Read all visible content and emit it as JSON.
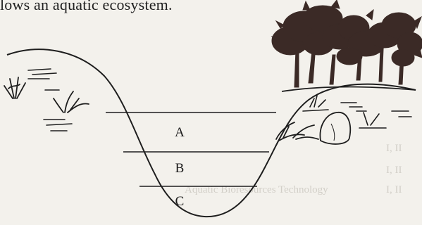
{
  "caption": "lows an aquatic ecosystem.",
  "layers": {
    "a": "A",
    "b": "B",
    "c": "C"
  },
  "bleed_through": {
    "row1_text": "Aquatic Bioresources Technology",
    "row1_code": "I, II",
    "row2_code": "I, II",
    "row3_code": "I, II"
  },
  "icons": [
    "tree-icon",
    "grass-tuft-icon",
    "rock-icon",
    "water-ripple-icon"
  ],
  "colors": {
    "ink": "#1e1e1e",
    "paper": "#f3f1ec",
    "tree": "#3b2a26"
  }
}
